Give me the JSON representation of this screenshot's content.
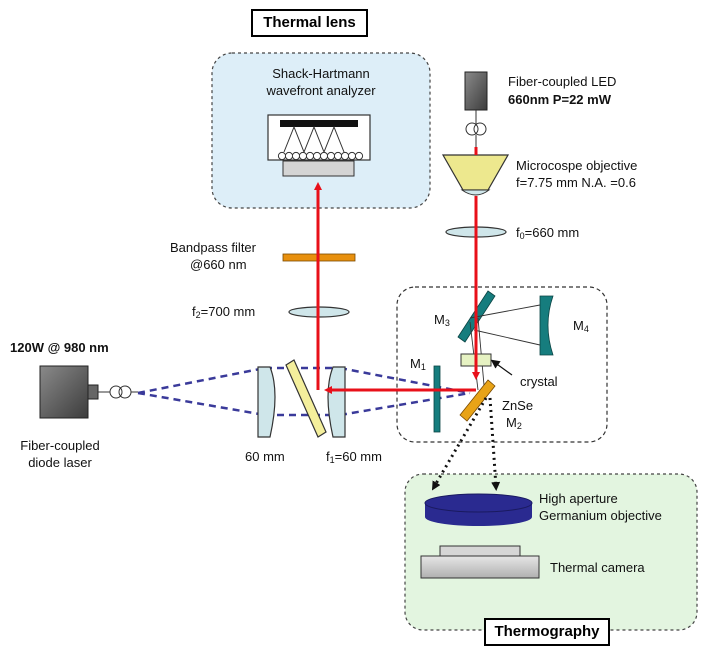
{
  "titles": {
    "top": "Thermal lens",
    "bottom": "Thermography"
  },
  "wavefront_analyzer": {
    "line1": "Shack-Hartmann",
    "line2": "wavefront analyzer"
  },
  "led": {
    "line1": "Fiber-coupled LED",
    "line2": "660nm P=22 mW"
  },
  "objective": {
    "line1": "Microcospe objective",
    "line2": "f=7.75 mm N.A. =0.6"
  },
  "lens_f0": {
    "prefix": "f",
    "sub": "0",
    "suffix": "=660 mm"
  },
  "bandpass": {
    "line1": "Bandpass filter",
    "line2": "@660 nm"
  },
  "lens_f2": {
    "prefix": "f",
    "sub": "2",
    "suffix": "=700 mm"
  },
  "laser": {
    "power": "120W @ 980 nm",
    "line1": "Fiber-coupled",
    "line2": "diode laser"
  },
  "lens_60": "60 mm",
  "lens_f1": {
    "prefix": "f",
    "sub": "1",
    "suffix": "=60 mm"
  },
  "mirrors": {
    "m1": {
      "prefix": "M",
      "sub": "1"
    },
    "m2": {
      "prefix": "M",
      "sub": "2"
    },
    "m3": {
      "prefix": "M",
      "sub": "3"
    },
    "m4": {
      "prefix": "M",
      "sub": "4"
    }
  },
  "crystal": "crystal",
  "znse": "ZnSe",
  "germanium": {
    "line1": "High aperture",
    "line2": "Germanium objective"
  },
  "camera": "Thermal camera",
  "colors": {
    "beam_red": "#e8101a",
    "pump_blue": "#3a3a9a",
    "wavefront_box": "#ddeef8",
    "thermo_box": "#e3f5e0",
    "mirror_teal": "#167d7e",
    "mirror_gold": "#e8a317",
    "filter_orange": "#e8900e",
    "lens_fill": "#cfe6ea",
    "germanium_fill": "#2a2a90",
    "camera_fill": "#c8c8c8",
    "laser_fill": "#555555"
  }
}
